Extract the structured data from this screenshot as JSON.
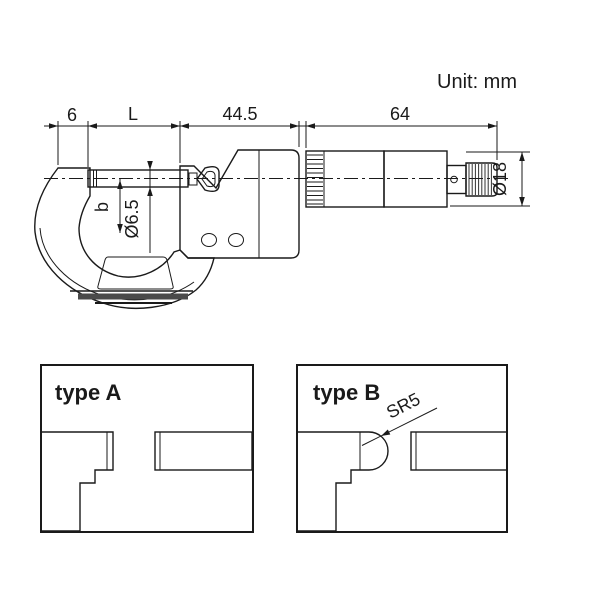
{
  "unit_note": "Unit: mm",
  "diagram": {
    "dimensions": {
      "anvil_offset": "6",
      "gauge_length": "L",
      "body_width": "44.5",
      "sleeve_length": "64",
      "ratchet_diameter": "Ø18",
      "throat_depth": "b",
      "spindle_diameter": "Ø6.5",
      "tip_radius": "SR5"
    },
    "panels": [
      {
        "label": "type A"
      },
      {
        "label": "type B"
      }
    ],
    "colors": {
      "line": "#1a1a1a",
      "fill_light": "#e3e3e3",
      "fill_mid": "#d9d9d9",
      "band_dark": "#4a4a4a",
      "background": "#ffffff"
    }
  }
}
